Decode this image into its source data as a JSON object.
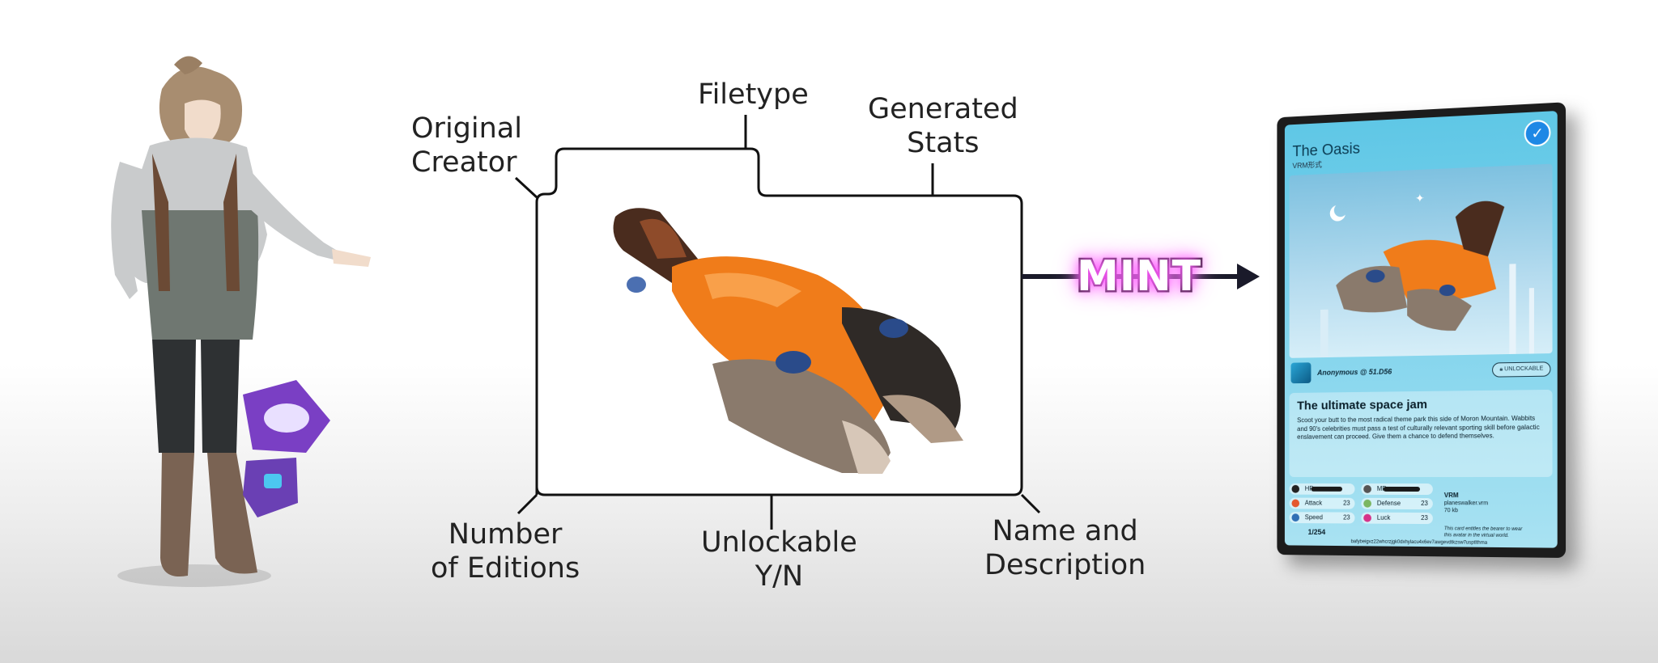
{
  "diagram": {
    "labels": {
      "original_creator": [
        "Original",
        "Creator"
      ],
      "filetype": "Filetype",
      "generated_stats": [
        "Generated",
        "Stats"
      ],
      "number_of_editions": [
        "Number",
        "of Editions"
      ],
      "unlockable": [
        "Unlockable",
        "Y/N"
      ],
      "name_and_description": [
        "Name and",
        "Description"
      ]
    },
    "action": "MINT"
  },
  "card": {
    "title": "The Oasis",
    "subtitle": "VRM形式",
    "verified_icon": "check-icon",
    "creator": "Anonymous @ 51.D56",
    "unlockable_badge": "UNLOCKABLE",
    "name": "The ultimate space jam",
    "description": "Scoot your butt to the most radical theme park this side of Moron Mountain. Wabbits and 90's celebrities must pass a test of culturally relevant sporting skill before galactic enslavement can proceed. Give them a chance to defend themselves.",
    "stats": {
      "hp_label": "HP",
      "mp_label": "MP",
      "hp_fill": 0.8,
      "mp_fill": 0.85,
      "attack_label": "Attack",
      "attack": "23",
      "defense_label": "Defense",
      "defense": "23",
      "speed_label": "Speed",
      "speed": "23",
      "luck_label": "Luck",
      "luck": "23"
    },
    "edition": "1/254",
    "vrm_title": "VRM",
    "vrm_file": "planeswalker.vrm",
    "vrm_size": "70 kb",
    "note": "This card entitles the bearer to wear this avatar in the virtual world.",
    "hash": "bafybeigvz22whcrzjgk0dxhylacu4x6ev7awgevdtkzsw7usptlthma"
  },
  "colors": {
    "mint_glow": "#ff4dff",
    "frame": "#111111",
    "card_sky": "#5fc7e6",
    "vehicle_orange": "#f07c1a"
  }
}
